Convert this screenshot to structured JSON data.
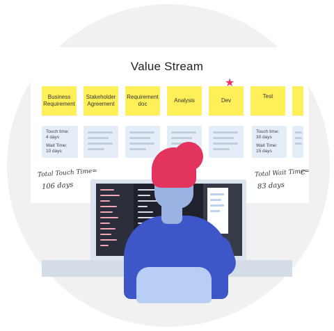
{
  "title": "Value Stream",
  "stages": [
    {
      "label": "Business Requirement"
    },
    {
      "label": "Stakeholder Agreement"
    },
    {
      "label": "Requirement doc"
    },
    {
      "label": "Analysis"
    },
    {
      "label": "Dev"
    },
    {
      "label": "Test"
    }
  ],
  "cards": {
    "first": {
      "touch": "Touch time:",
      "touch_value": "4 days",
      "wait": "Wait Time:",
      "wait_value": "10 days"
    },
    "test": {
      "touch": "Touch time:",
      "touch_value": "30 days",
      "wait": "Wait Time:",
      "wait_value": "15 days"
    }
  },
  "totals": {
    "touch_label": "Total Touch Time=",
    "touch_value": "106 days",
    "wait_label": "Total Wait Time=",
    "wait_value": "83 days",
    "cut_letter": "C"
  },
  "colors": {
    "sticky_note": "#fff05a",
    "card": "#e5eef8",
    "hair": "#e3345e",
    "sweater": "#3e57c8",
    "star": "#e8345e"
  },
  "icons": [
    "star-icon"
  ]
}
